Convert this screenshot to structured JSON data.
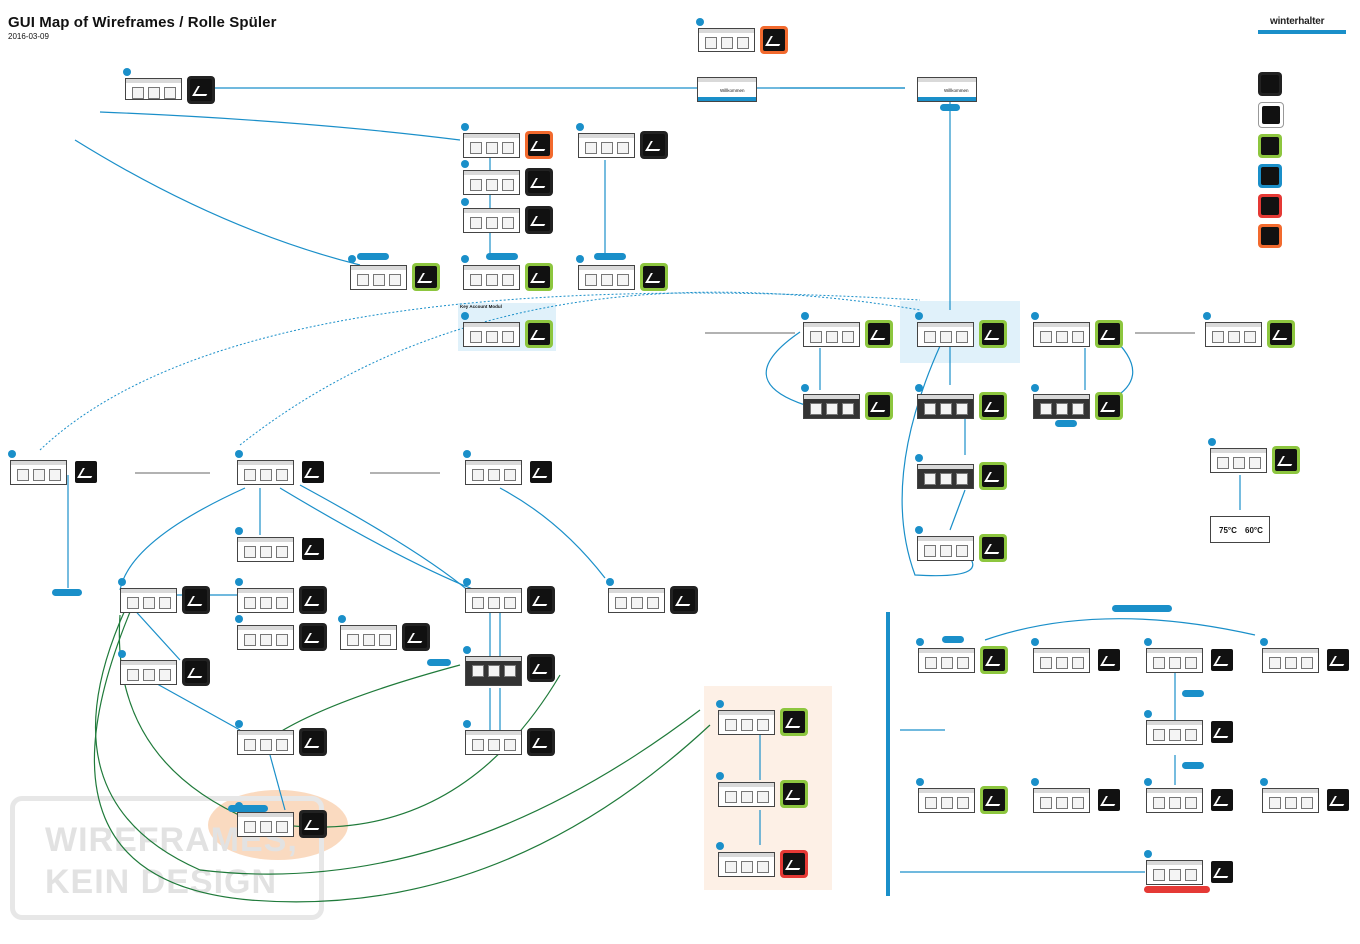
{
  "header": {
    "title": "GUI Map of Wireframes / Rolle Spüler",
    "date": "2016-03-09",
    "brand": "winterhalter"
  },
  "watermark": {
    "line1": "WIREFRAMES,",
    "line2": "KEIN DESIGN"
  },
  "labels": {
    "welcome": "Willkommen",
    "temp_wash": "75°C",
    "temp_rinse": "60°C",
    "key_account": "Key Account Modul"
  },
  "colors": {
    "accent_blue": "#1a8fc9",
    "green": "#8dc63f",
    "orange": "#f26a2e",
    "red": "#e53935",
    "dark": "#222222"
  },
  "legend": {
    "intro": "",
    "rows": [
      {
        "frame": "#222222",
        "inner": "#111111"
      },
      {
        "frame": "#ffffff",
        "inner": "#111111"
      },
      {
        "frame": "#8dc63f",
        "inner": "#111111"
      },
      {
        "frame": "#1a8fc9",
        "inner": "#111111"
      },
      {
        "frame": "#e53935",
        "inner": "#111111"
      },
      {
        "frame": "#f26a2e",
        "inner": "#111111"
      }
    ]
  }
}
